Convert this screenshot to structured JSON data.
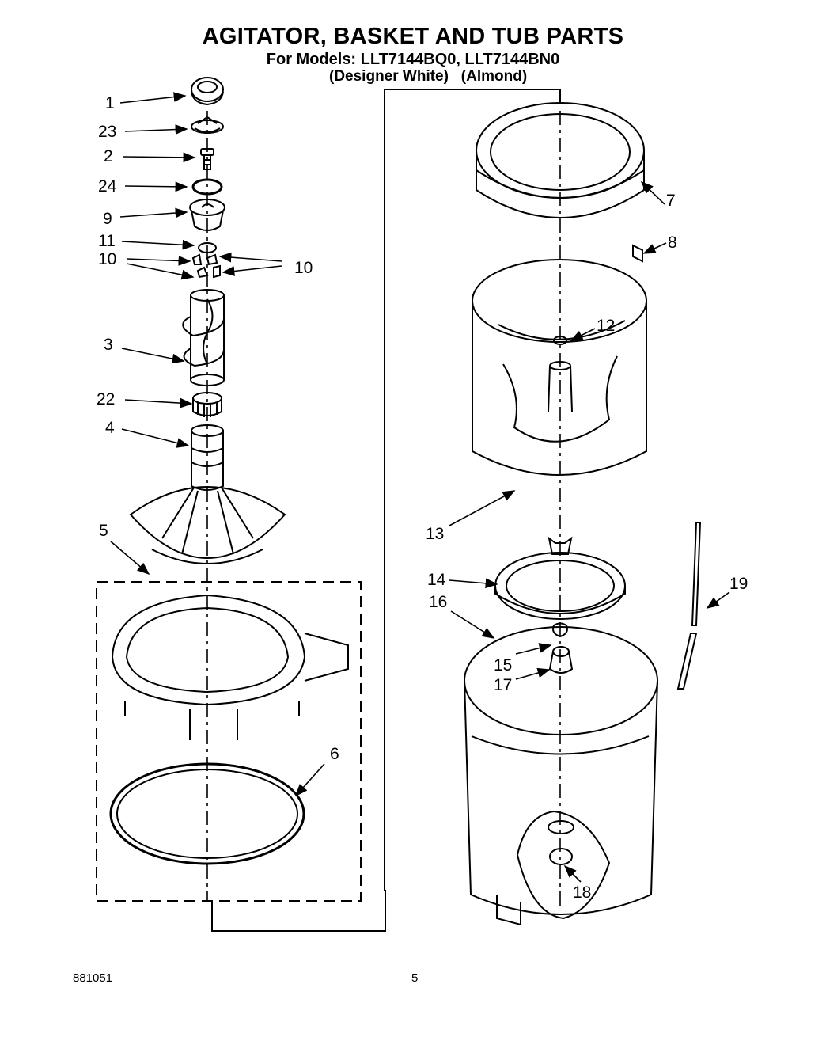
{
  "header": {
    "title": "AGITATOR, BASKET AND TUB PARTS",
    "models_line": "For Models: LLT7144BQ0, LLT7144BN0",
    "colors_line": "(Designer White)   (Almond)"
  },
  "callouts": [
    "1",
    "23",
    "2",
    "24",
    "9",
    "11",
    "10",
    "10",
    "3",
    "22",
    "4",
    "5",
    "6",
    "7",
    "8",
    "12",
    "13",
    "14",
    "16",
    "15",
    "17",
    "19",
    "18"
  ],
  "footer": {
    "code": "881051",
    "page": "5"
  }
}
